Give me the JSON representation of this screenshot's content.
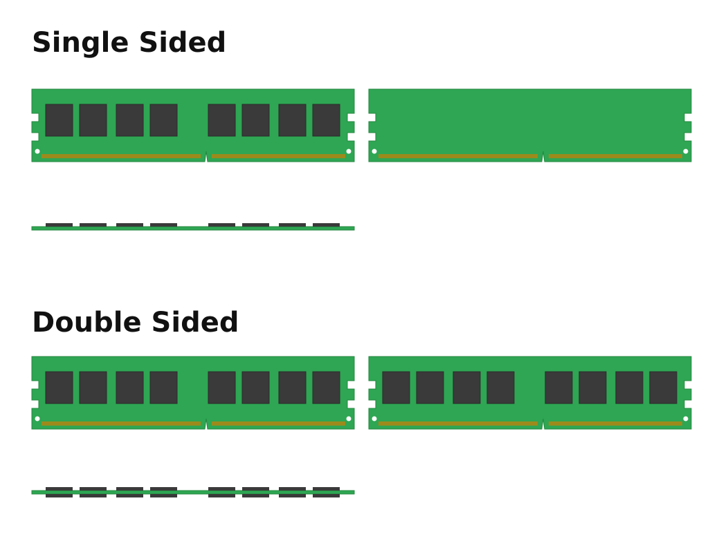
{
  "sections": [
    {
      "title": "Single Sided",
      "modules": [
        {
          "view": "front",
          "chips": true
        },
        {
          "view": "back",
          "chips": false
        }
      ],
      "profile": {
        "chip_rows": 1
      }
    },
    {
      "title": "Double Sided",
      "modules": [
        {
          "view": "front",
          "chips": true
        },
        {
          "view": "back",
          "chips": true
        }
      ],
      "profile": {
        "chip_rows": 2
      }
    }
  ],
  "chips_per_module": 8,
  "colors": {
    "pcb": "#2ea653",
    "pcb_edge": "#24873f",
    "chip": "#3a3a3a",
    "contacts": "#9c8a1c",
    "hole": "#ffffff"
  }
}
